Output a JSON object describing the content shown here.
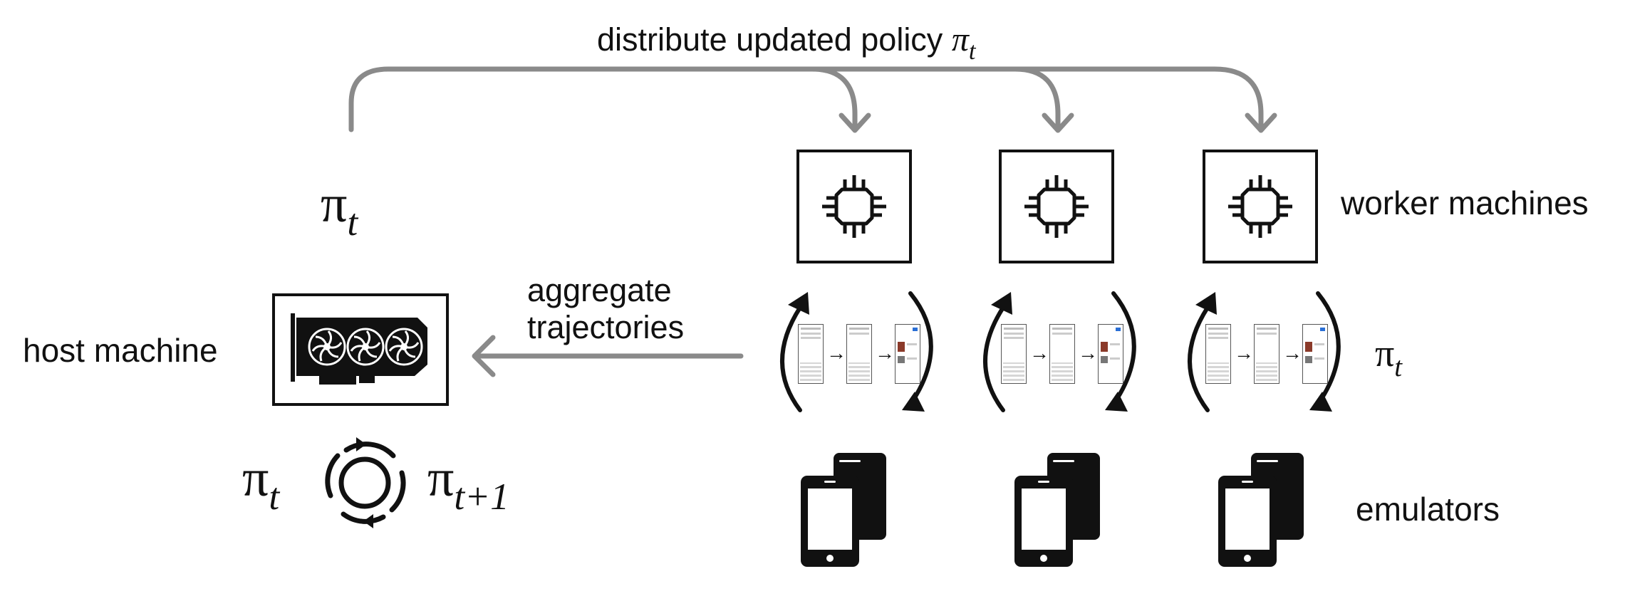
{
  "top_label": {
    "text": "distribute updated policy",
    "symbol": "π",
    "sub": "t"
  },
  "host": {
    "label": "host machine",
    "policy": {
      "symbol": "π",
      "sub": "t"
    },
    "update_from": {
      "symbol": "π",
      "sub": "t"
    },
    "update_to": {
      "symbol": "π",
      "sub": "t+1"
    }
  },
  "aggregate_label": {
    "line1": "aggregate",
    "line2": "trajectories"
  },
  "workers_label": "worker machines",
  "loop_policy": {
    "symbol": "π",
    "sub": "t"
  },
  "emulators_label": "emulators",
  "arrow_glyph": "→",
  "colors": {
    "arrow_gray": "#8a8a8a",
    "ink": "#111111",
    "thumb_red": "#8b3a2a",
    "thumb_blue": "#2a6fd6"
  },
  "icons": {
    "worker": "cpu-chip-icon",
    "host": "gpu-card-icon",
    "emulator": "smartphones-icon",
    "cycle": "refresh-cycle-icon"
  }
}
